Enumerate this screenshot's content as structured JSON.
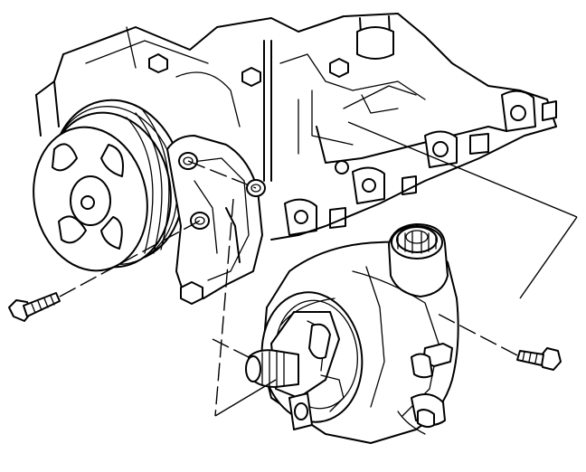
{
  "diagram": {
    "parts": [
      {
        "name": "engine-block",
        "icon": "engine-block-icon"
      },
      {
        "name": "crankshaft-pulley",
        "icon": "pulley-icon"
      },
      {
        "name": "mounting-bracket",
        "icon": "bracket-icon"
      },
      {
        "name": "power-steering-pump",
        "icon": "pump-icon"
      },
      {
        "name": "reservoir",
        "icon": "reservoir-icon"
      },
      {
        "name": "front-bolt",
        "icon": "bolt-icon"
      },
      {
        "name": "rear-bolt",
        "icon": "bolt-icon"
      }
    ],
    "colors": {
      "line": "#000000",
      "background": "#ffffff"
    }
  }
}
